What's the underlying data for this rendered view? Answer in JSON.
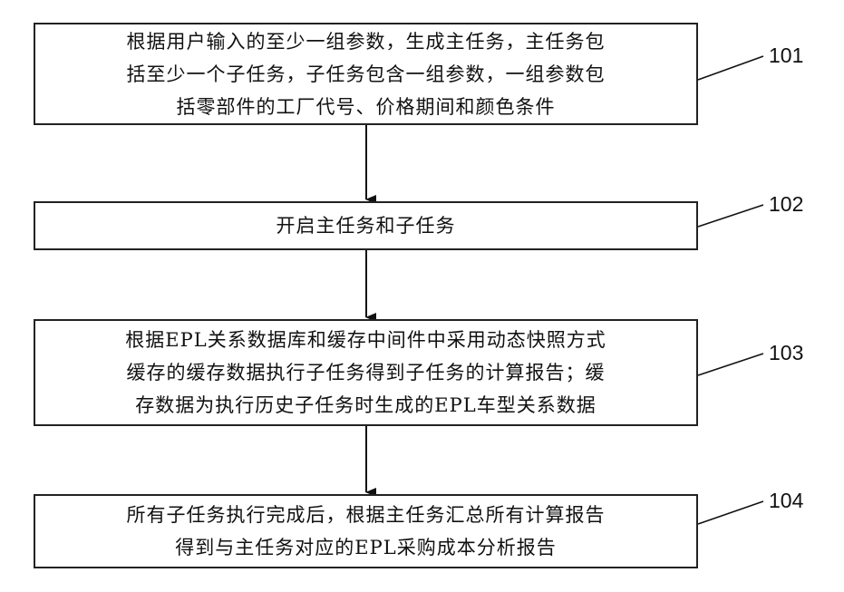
{
  "steps": [
    {
      "id": "101",
      "lines": [
        "根据用户输入的至少一组参数，生成主任务，主任务包",
        "括至少一个子任务，子任务包含一组参数，一组参数包",
        "括零部件的工厂代号、价格期间和颜色条件"
      ]
    },
    {
      "id": "102",
      "lines": [
        "开启主任务和子任务"
      ]
    },
    {
      "id": "103",
      "lines": [
        "根据EPL关系数据库和缓存中间件中采用动态快照方式",
        "缓存的缓存数据执行子任务得到子任务的计算报告；缓",
        "存数据为执行历史子任务时生成的EPL车型关系数据"
      ]
    },
    {
      "id": "104",
      "lines": [
        "所有子任务执行完成后，根据主任务汇总所有计算报告",
        "得到与主任务对应的EPL采购成本分析报告"
      ]
    }
  ]
}
